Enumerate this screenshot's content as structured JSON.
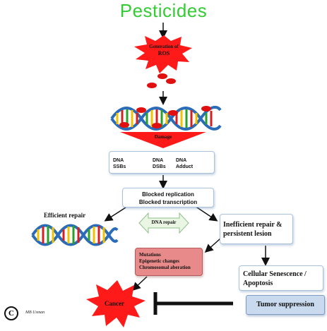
{
  "title": "Pesticides",
  "ros_label_line1": "Generation of",
  "ros_label_line2": "ROS",
  "damage_label": "Damage",
  "dna_lesions": [
    {
      "line1": "DNA",
      "line2": "SSBs"
    },
    {
      "line1": "DNA",
      "line2": "DSBs"
    },
    {
      "line1": "DNA",
      "line2": "Adduct"
    }
  ],
  "blocked_line1": "Blocked replication",
  "blocked_line2": "Blocked transcription",
  "efficient_repair": "Efficient repair",
  "dna_repair": "DNA repair",
  "inefficient_line1": "Inefficient repair &",
  "inefficient_line2": "persistent lesion",
  "mutations_line1": "Mutations",
  "mutations_line2": "Epigenetic changes",
  "mutations_line3": "Chromosomal aberation",
  "cancer_label": "Cancer",
  "senescence_line1": "Cellular Senescence /",
  "senescence_line2": "Apoptosis",
  "tumor_suppression": "Tumor suppression",
  "copyright_symbol": "C",
  "signature": "MB Usman",
  "colors": {
    "title_green": "#33cc33",
    "burst_red": "#ff1a1a",
    "drop_red": "#e01010",
    "helix_blue": "#2b6cb8",
    "mutation_fill": "#e88a8a",
    "tumor_fill": "#c9d9ee",
    "repair_green": "#eaf5e4"
  }
}
